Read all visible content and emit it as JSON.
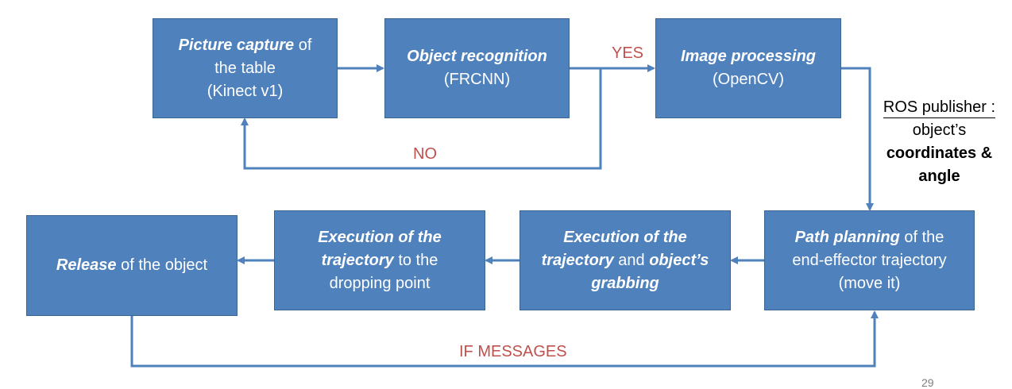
{
  "boxes": {
    "capture": {
      "em": "Picture capture",
      "text": " of",
      "line2": "the table",
      "line3": "(Kinect v1)"
    },
    "recognition": {
      "em": "Object recognition",
      "line2": "(FRCNN)"
    },
    "processing": {
      "em": "Image processing",
      "line2": "(OpenCV)"
    },
    "planning": {
      "em": "Path planning",
      "text": " of the",
      "line2": "end-effector trajectory",
      "line3": "(move it)"
    },
    "exec_grab": {
      "em1": "Execution of the",
      "em2": "trajectory",
      "text2": " and ",
      "em3": "object’s",
      "em4": "grabbing"
    },
    "exec_drop": {
      "em1": "Execution of the",
      "em2": "trajectory",
      "text2": " to the",
      "line3": "dropping point"
    },
    "release": {
      "em": "Release",
      "text": " of the object"
    }
  },
  "labels": {
    "yes": "YES",
    "no": "NO",
    "if_messages": "IF MESSAGES"
  },
  "ros_note": {
    "line1": "ROS publisher :",
    "line2": "object’s",
    "bold1": "coordinates &",
    "bold2": "angle"
  },
  "page_number": "29",
  "colors": {
    "box_fill": "#4f81bd",
    "connector": "#4f81bd",
    "label": "#c0504d"
  }
}
